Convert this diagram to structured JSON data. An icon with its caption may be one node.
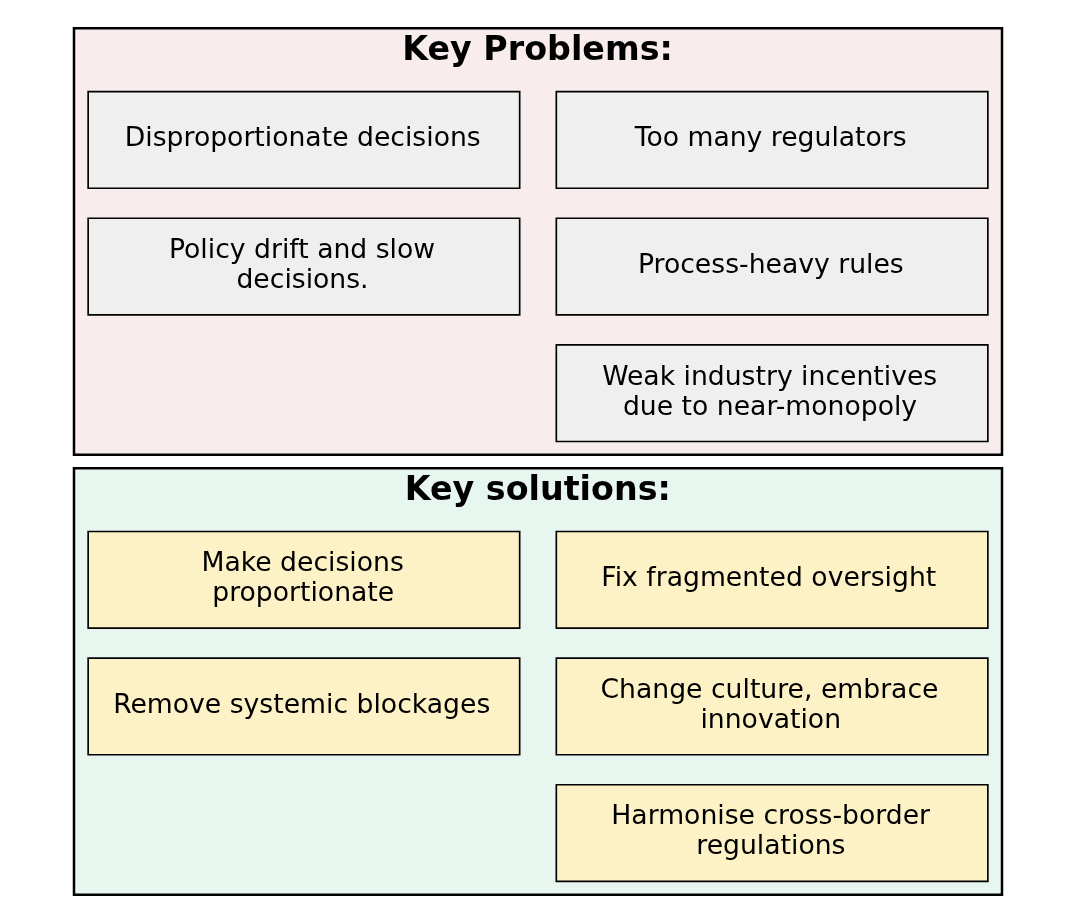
{
  "diagram": {
    "nodes": [
      {
        "text": [
          "Key Problems:"
        ]
      },
      {
        "text": [
          "Too many regulators"
        ],
        "in": 0
      },
      {
        "text": [
          "Disproportionate decisions"
        ],
        "in": 0
      },
      {
        "text": [
          "Process-heavy rules"
        ],
        "in": 0
      },
      {
        "text": [
          "Policy drift and slow decisions."
        ],
        "in": 0
      },
      {
        "text": [
          "Weak industry incentives due to near-monopoly"
        ],
        "in": 0
      },
      {
        "text": [
          "Key solutions:"
        ]
      },
      {
        "text": [
          "Fix fragmented oversight"
        ],
        "in": 6
      },
      {
        "text": [
          "Make decisions proportionate"
        ],
        "in": 6
      },
      {
        "text": [
          "Change culture, embrace innovation"
        ],
        "in": 6
      },
      {
        "text": [
          "Remove systemic blockages"
        ],
        "in": 6
      },
      {
        "text": [
          "Harmonise cross-border regulations"
        ],
        "in": 6
      }
    ]
  }
}
